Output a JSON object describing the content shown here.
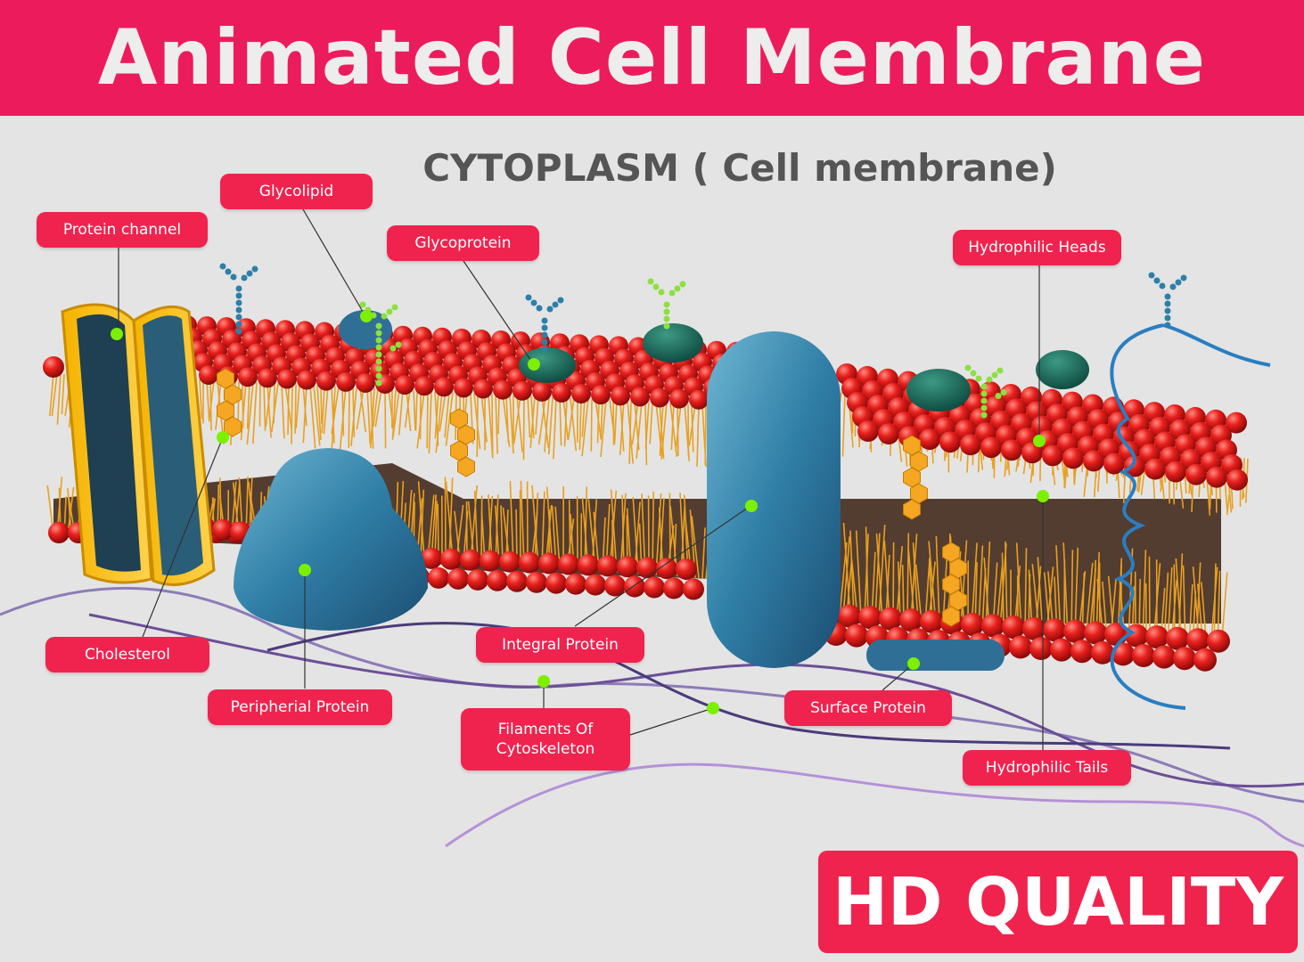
{
  "header": {
    "title": "Animated Cell Membrane"
  },
  "subtitle": "CYTOPLASM ( Cell membrane)",
  "labels": {
    "protein_channel": "Protein channel",
    "glycolipid": "Glycolipid",
    "glycoprotein": "Glycoprotein",
    "hydrophilic_heads": "Hydrophilic Heads",
    "cholesterol": "Cholesterol",
    "peripheral_protein": "Peripherial Protein",
    "integral_protein": "Integral Protein",
    "filaments_line1": "Filaments Of",
    "filaments_line2": "Cytoskeleton",
    "surface_protein": "Surface Protein",
    "hydrophilic_tails": "Hydrophilic Tails"
  },
  "badge": {
    "text": "HD QUALITY"
  },
  "colors": {
    "banner": "#ec1c5c",
    "label": "#f0234e",
    "phospholipid_head": "#e0201f",
    "tail": "#e8a020",
    "protein": "#2f6f95",
    "marker": "#7cf000",
    "background": "#e4e4e4"
  }
}
